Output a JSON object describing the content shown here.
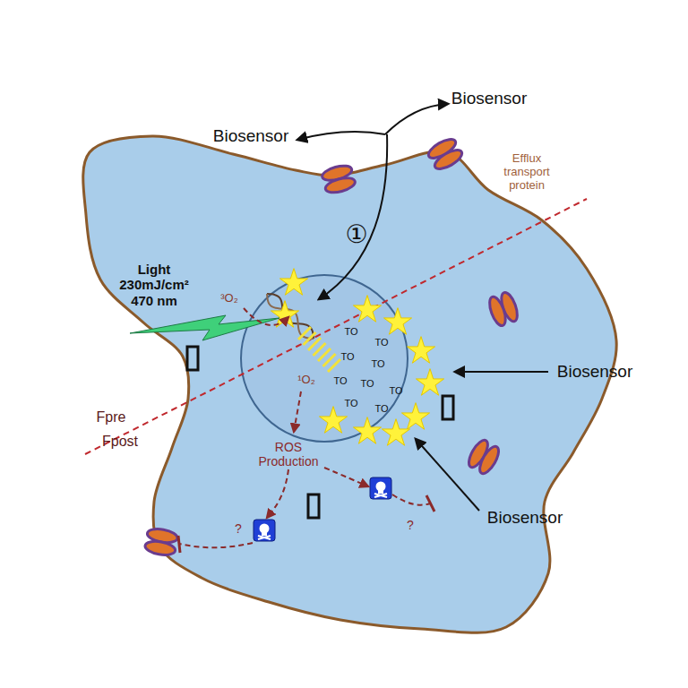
{
  "diagram": {
    "labels": [
      "Biosensor",
      "Biosensor",
      "Efflux transport protein",
      "①",
      "Light 230mJ/cm² 470 nm",
      "³O₂",
      "TO",
      "TO",
      "TO",
      "TO",
      "TO",
      "TO",
      "TO",
      "TO",
      "TO",
      "¹O₂",
      "Biosensor",
      "Fpre",
      "Fpost",
      "ROS Production",
      "Biosensor",
      "?",
      "?"
    ]
  }
}
